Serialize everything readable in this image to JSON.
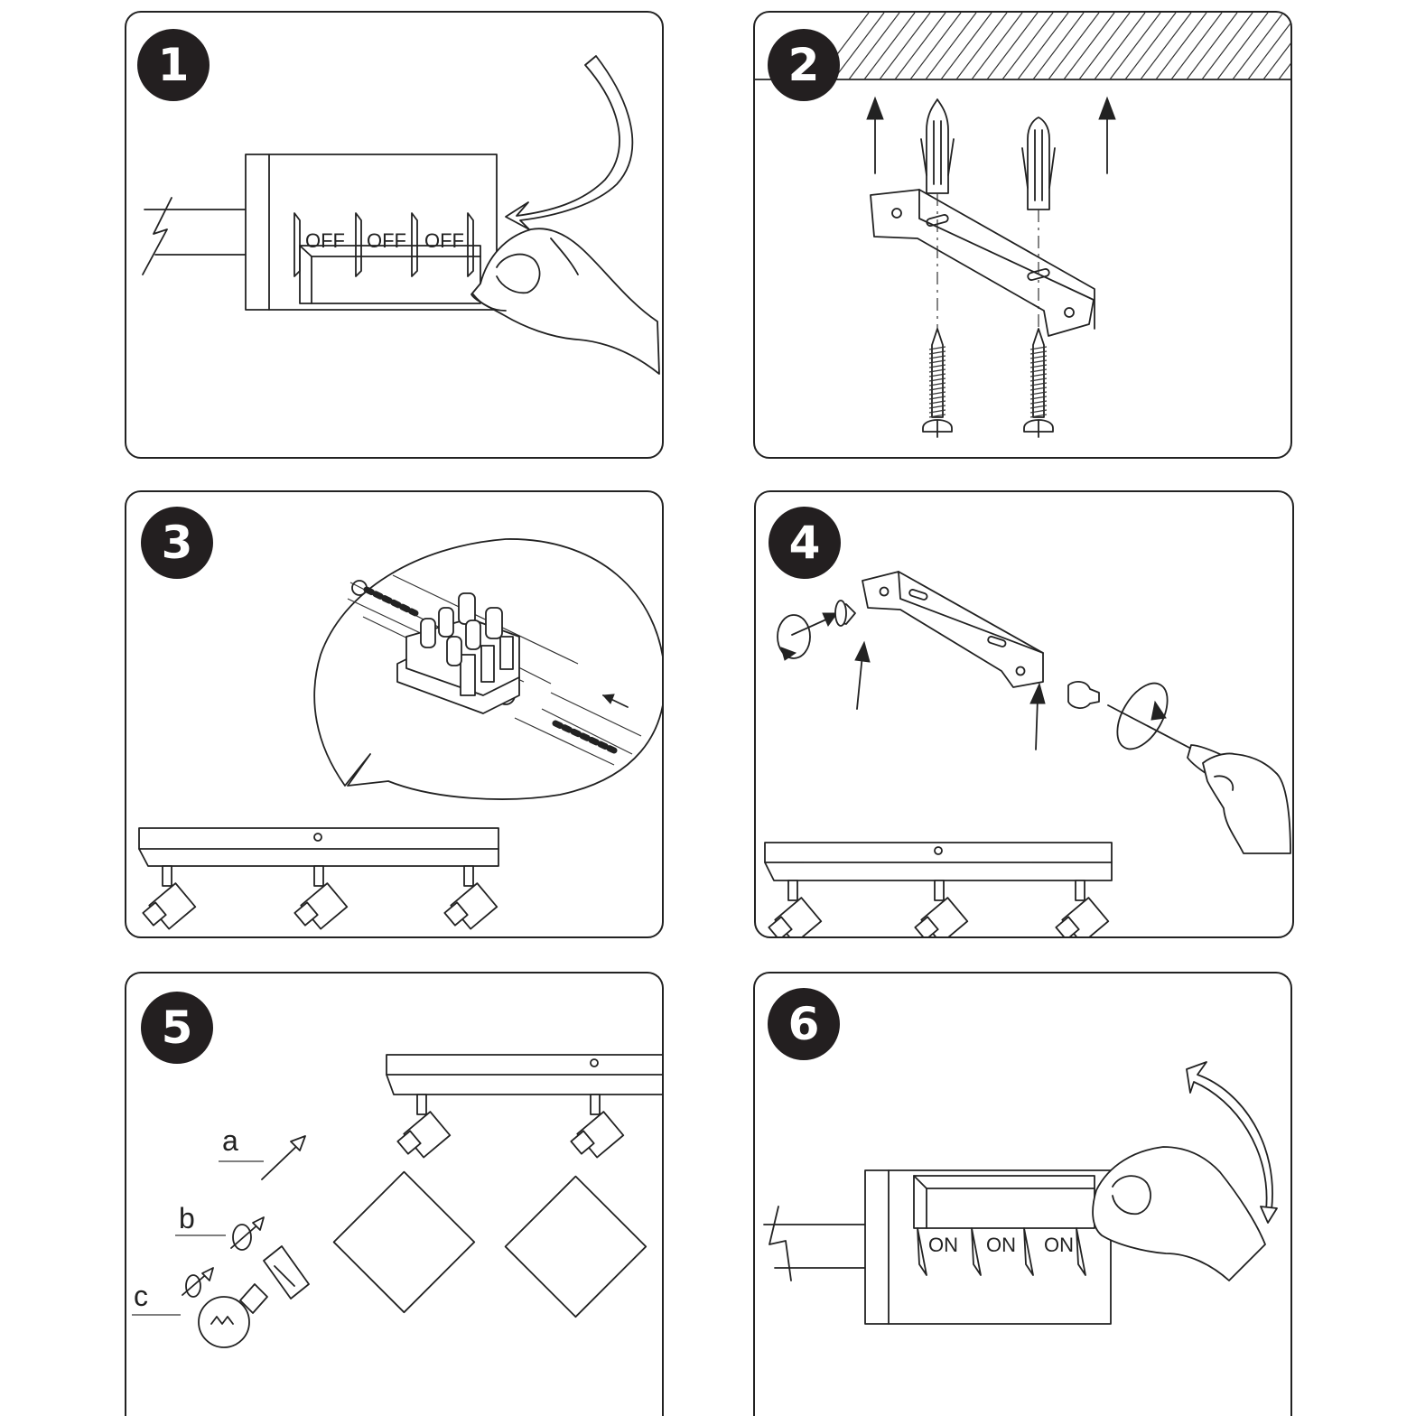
{
  "steps": [
    {
      "number": "1",
      "switch_labels": [
        "OFF",
        "OFF",
        "OFF"
      ]
    },
    {
      "number": "2"
    },
    {
      "number": "3"
    },
    {
      "number": "4"
    },
    {
      "number": "5",
      "part_labels": [
        "a",
        "b",
        "c"
      ]
    },
    {
      "number": "6",
      "switch_labels": [
        "ON",
        "ON",
        "ON"
      ]
    }
  ],
  "colors": {
    "line": "#222222",
    "badge": "#231f20",
    "background": "#ffffff"
  },
  "icons": [
    "power-switch-icon",
    "hand-icon",
    "curved-arrow-icon",
    "wall-plug-icon",
    "screw-icon",
    "mounting-bracket-icon",
    "terminal-block-icon",
    "spotlight-bar-icon",
    "screwdriver-icon",
    "bulb-icon",
    "lampshade-icon"
  ]
}
